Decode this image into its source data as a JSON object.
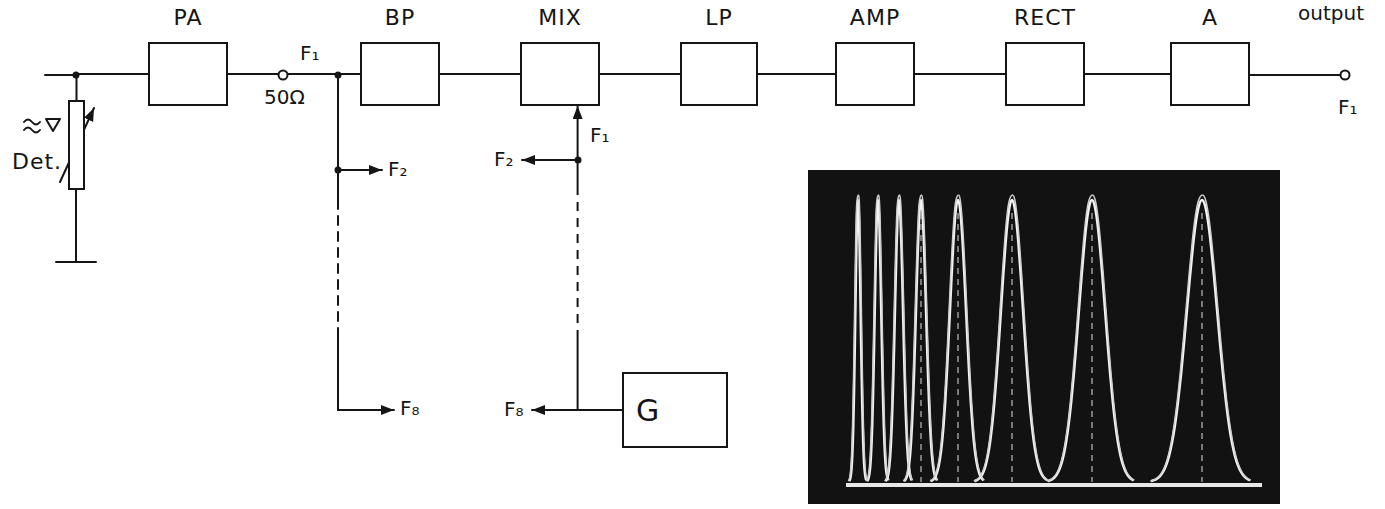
{
  "diagram": {
    "nodes": [
      {
        "text": [
          "Det."
        ]
      },
      {
        "text": [
          "PA"
        ]
      },
      {
        "text": [
          "BP"
        ]
      },
      {
        "text": [
          "MIX"
        ]
      },
      {
        "text": [
          "LP"
        ]
      },
      {
        "text": [
          "AMP"
        ]
      },
      {
        "text": [
          "RECT"
        ]
      },
      {
        "text": [
          "A"
        ]
      },
      {
        "text": [
          "G"
        ]
      }
    ],
    "edges": [
      {
        "from": 0,
        "to": 1,
        "arrow": "none"
      },
      {
        "from": 1,
        "to": 2,
        "arrow": "none"
      },
      {
        "from": 2,
        "to": 3,
        "arrow": "none"
      },
      {
        "from": 3,
        "to": 4,
        "arrow": "none"
      },
      {
        "from": 4,
        "to": 5,
        "arrow": "none"
      },
      {
        "from": 5,
        "to": 6,
        "arrow": "none"
      },
      {
        "from": 6,
        "to": 7,
        "arrow": "none"
      },
      {
        "from": 8,
        "to": 3,
        "arrow": "to"
      }
    ],
    "labels": [
      "F₁",
      "50Ω",
      "F₂",
      "F₈",
      "F₂",
      "F₁",
      "F₈",
      "output",
      "F₁"
    ]
  }
}
